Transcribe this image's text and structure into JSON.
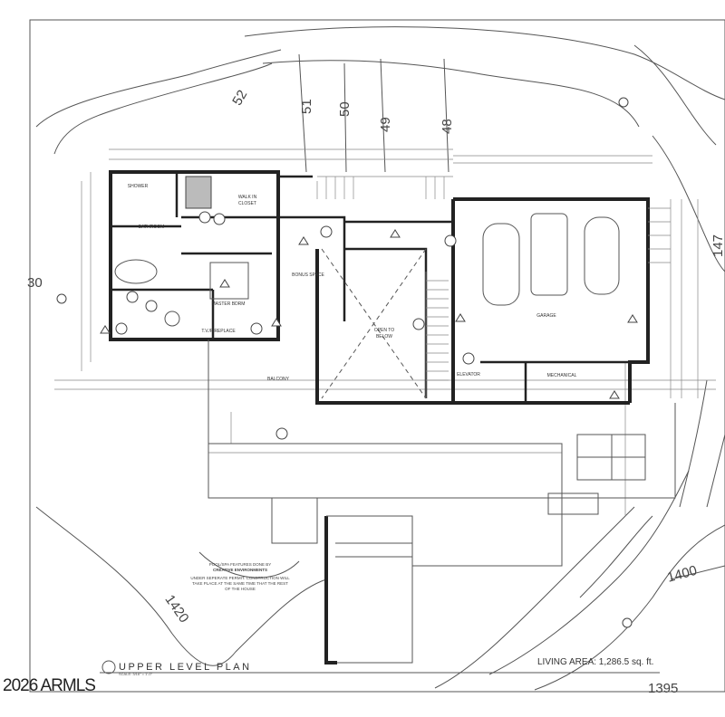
{
  "plan": {
    "title": "UPPER LEVEL PLAN",
    "scale": "SCALE: 3/16\" = 1'-0\"",
    "living_area": "LIVING AREA: 1,286.5 sq. ft.",
    "contours": [
      "52",
      "51",
      "50",
      "49",
      "48",
      "1400",
      "1420",
      "1395",
      "30",
      "147"
    ],
    "rooms": {
      "shower": "SHOWER",
      "bathroom": "BATHROOM",
      "walk_in_closet_1": "WALK IN",
      "walk_in_closet_2": "CLOSET",
      "master_bdrm": "MASTER BDRM",
      "tv_fireplace": "T.V./FIREPLACE",
      "bonus_space": "BONUS SPACE",
      "open_to_below_1": "OPEN TO",
      "open_to_below_2": "BELOW",
      "balcony": "BALCONY",
      "garage": "GARAGE",
      "elevator": "ELEVATOR",
      "mechanical": "MECHANICAL"
    },
    "pool_note": {
      "line1": "POOL/SPA FEATURES DONE BY",
      "line2": "CREATIVE ENVIRONMENTS",
      "line3": "UNDER SEPERATE PERMIT. CONSTRUCTION WILL",
      "line4": "TAKE PLACE AT THE SAME TIME THAT THE REST",
      "line5": "OF THE HOUSE"
    }
  },
  "watermark": "2026 ARMLS"
}
